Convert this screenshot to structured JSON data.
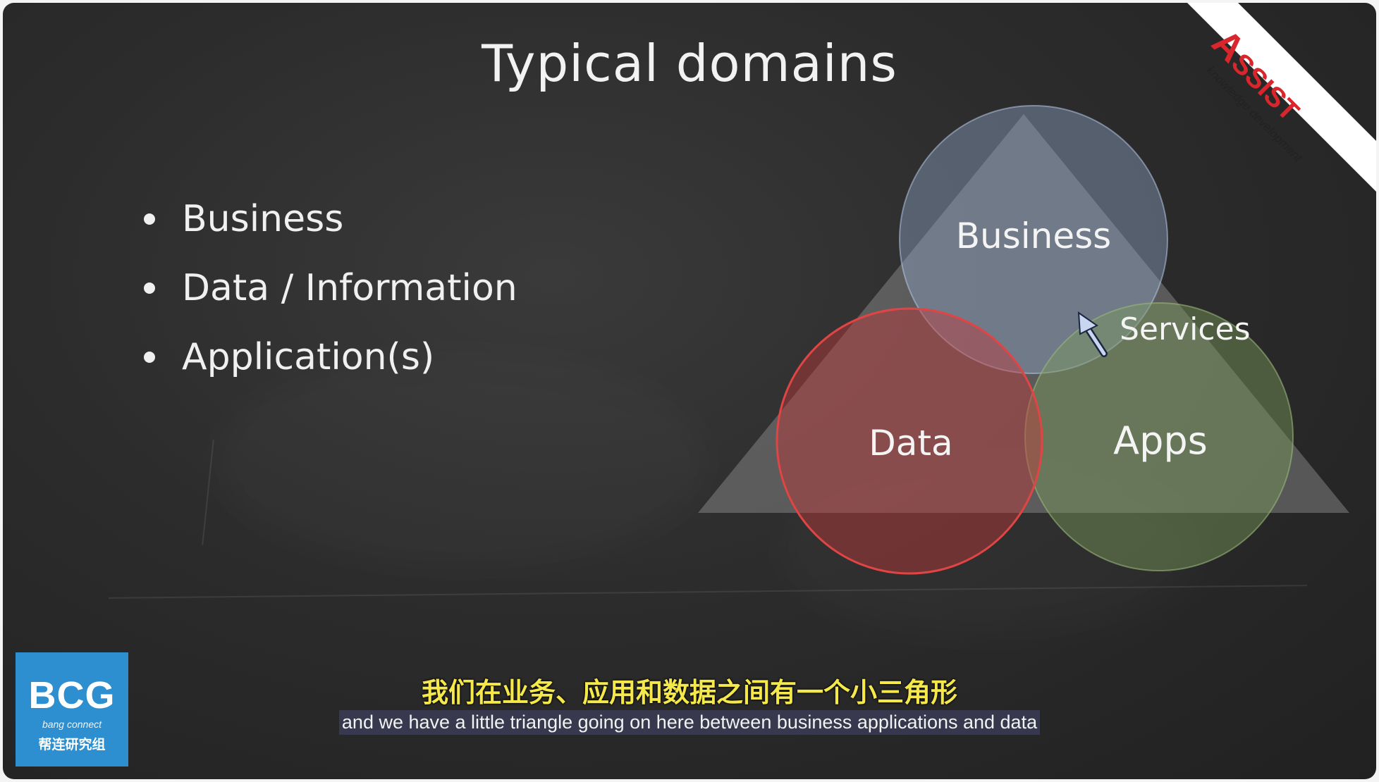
{
  "slide": {
    "title": "Typical domains",
    "bullets": [
      "Business",
      "Data / Information",
      "Application(s)"
    ]
  },
  "diagram": {
    "business_label": "Business",
    "data_label": "Data",
    "apps_label": "Apps",
    "services_label": "Services",
    "colors": {
      "business": "#8ea6c8",
      "data": "#c0393b",
      "apps": "#7a9a5a",
      "triangle": "#9a9a9a"
    }
  },
  "watermark": {
    "ribbon_letter": "A",
    "ribbon_word": "SSIST",
    "ribbon_tagline": "knowledge development"
  },
  "logo": {
    "main": "BCG",
    "sub": "bang connect",
    "cn": "帮连研究组"
  },
  "subtitles": {
    "chinese": "我们在业务、应用和数据之间有一个小三角形",
    "english": "and we have a little triangle going on here between business applications and data"
  }
}
